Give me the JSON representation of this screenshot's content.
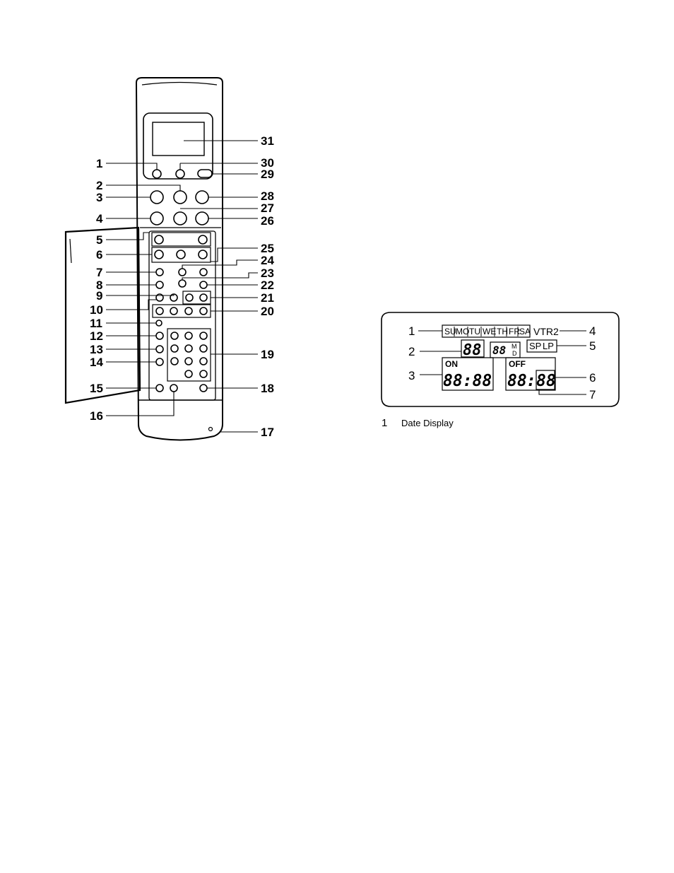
{
  "remote": {
    "callouts": [
      "1",
      "2",
      "3",
      "4",
      "5",
      "6",
      "7",
      "8",
      "9",
      "10",
      "11",
      "12",
      "13",
      "14",
      "15",
      "16",
      "17",
      "18",
      "19",
      "20",
      "21",
      "22",
      "23",
      "24",
      "25",
      "26",
      "27",
      "28",
      "29",
      "30",
      "31"
    ]
  },
  "display": {
    "callouts": [
      "1",
      "2",
      "3",
      "4",
      "5",
      "6",
      "7"
    ],
    "days": [
      "SU",
      "MO",
      "TU",
      "WE",
      "TH",
      "FR",
      "SA"
    ],
    "vtr_label": "VTR2",
    "mode_labels": [
      "SP",
      "LP"
    ],
    "date_digits": "88",
    "channel_digits": "88",
    "md_top": "M",
    "md_bottom": "D",
    "on_label": "ON",
    "off_label": "OFF",
    "on_time": "88:88",
    "off_time_hours": "88",
    "off_time_colon": ":",
    "off_time_minutes": "88"
  },
  "caption": {
    "number": "1",
    "text": "Date Display"
  }
}
